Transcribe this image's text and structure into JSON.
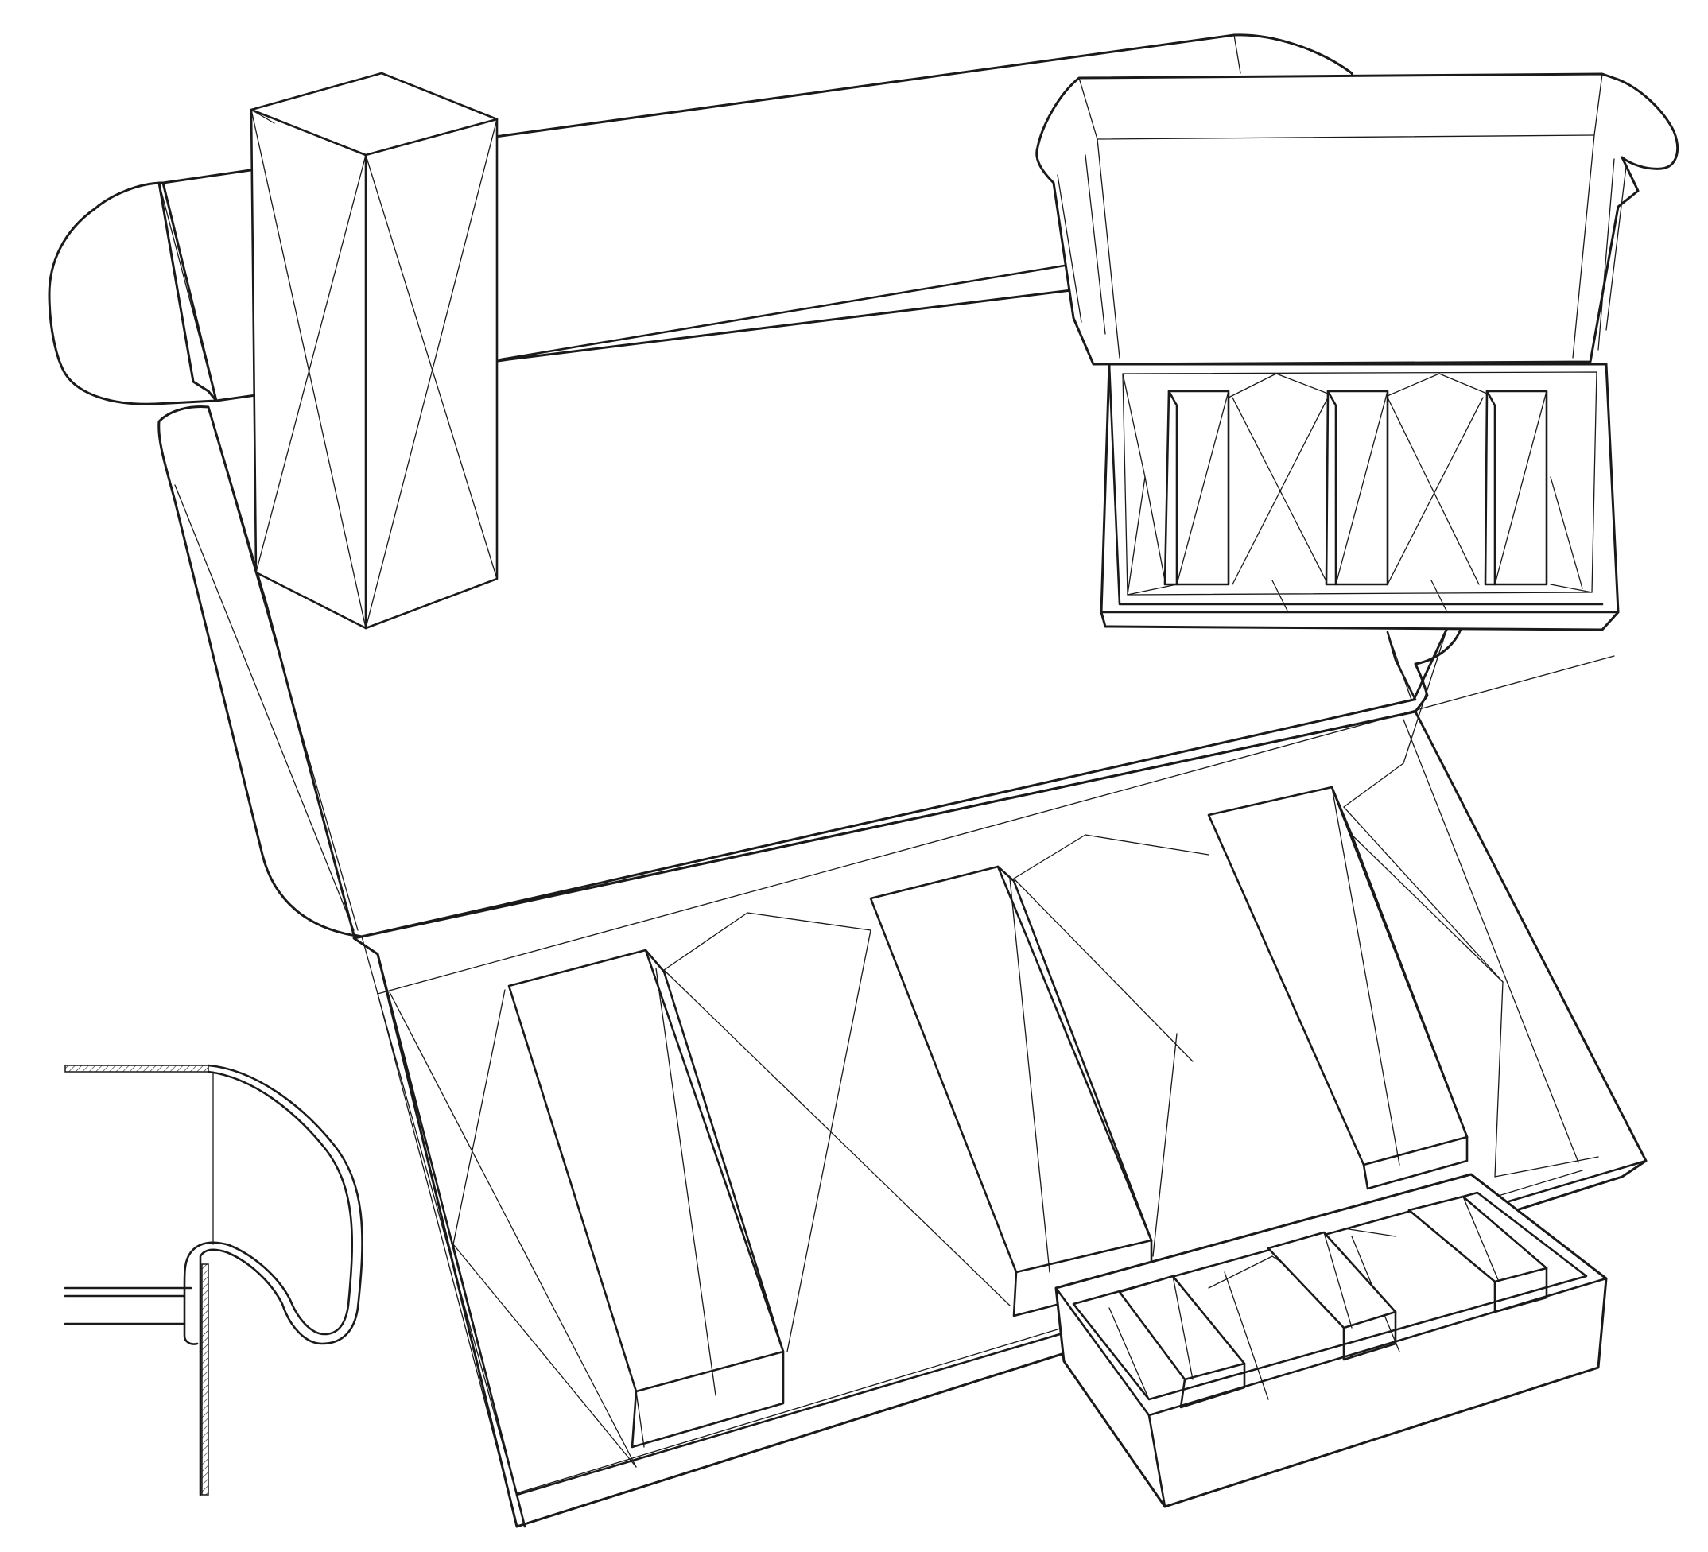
{
  "figure": {
    "background_color": "#ffffff",
    "line_color": "#1a1a1a",
    "style": "monochrome line drawing",
    "components": [
      {
        "id": "main-mailer-box",
        "description_icon": "open-mailer-box-with-six-compartment-insert-icon",
        "compartments": 6
      },
      {
        "id": "single-product-box",
        "description_icon": "tall-rectangular-product-box-icon"
      },
      {
        "id": "small-mailer-box",
        "description_icon": "small-open-mailer-box-with-inserts-icon",
        "products": 3
      },
      {
        "id": "small-insert-tray",
        "description_icon": "small-tray-insert-icon",
        "products": 3
      },
      {
        "id": "edge-cross-section",
        "description_icon": "rolled-edge-cross-section-icon"
      }
    ]
  }
}
